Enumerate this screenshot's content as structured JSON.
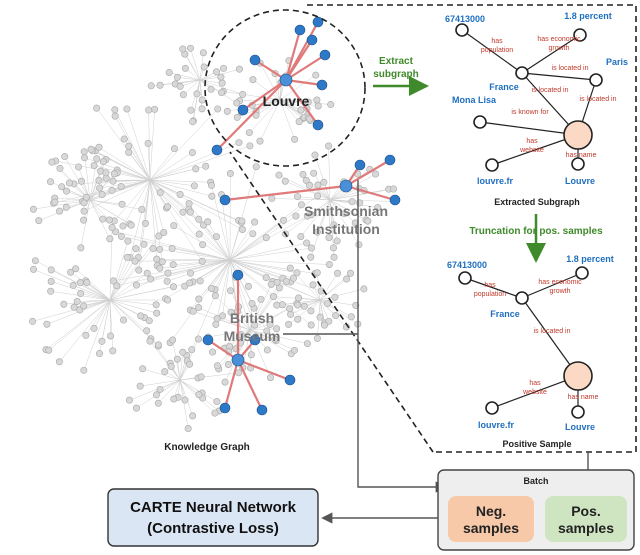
{
  "knowledge_graph": {
    "caption": "Knowledge Graph",
    "entities": [
      "Louvre",
      "Smithsonian",
      "Institution",
      "British",
      "Museum"
    ]
  },
  "arrows": {
    "extract_line1": "Extract",
    "extract_line2": "subgraph",
    "truncation": "Truncation for pos. samples"
  },
  "extracted_subgraph": {
    "caption": "Extracted Subgraph",
    "nodes": [
      "67413000",
      "1.8 percent",
      "France",
      "Paris",
      "Mona Lisa",
      "louvre.fr",
      "Louvre"
    ],
    "relations": [
      "has",
      "population",
      "has economic",
      "growth",
      "is located in",
      "is located in",
      "is located in",
      "is known for",
      "has",
      "website",
      "has name"
    ]
  },
  "positive_sample": {
    "caption": "Positive Sample",
    "nodes": [
      "67413000",
      "1.8 percent",
      "France",
      "louvre.fr",
      "Louvre"
    ],
    "relations": [
      "has",
      "population",
      "has economic",
      "growth",
      "is located in",
      "has",
      "website",
      "has name"
    ]
  },
  "batch": {
    "title": "Batch",
    "neg_line1": "Neg.",
    "neg_line2": "samples",
    "pos_line1": "Pos.",
    "pos_line2": "samples"
  },
  "network": {
    "line1": "CARTE Neural Network",
    "line2": "(Contrastive Loss)"
  },
  "colors": {
    "node_blue": "#2e78c8",
    "edge_red": "#e07a7a",
    "neg_fill": "#f7c9a8",
    "pos_fill": "#cfe5c1",
    "network_fill": "#dbe6f5",
    "arrow_green": "#3f8a2a"
  }
}
